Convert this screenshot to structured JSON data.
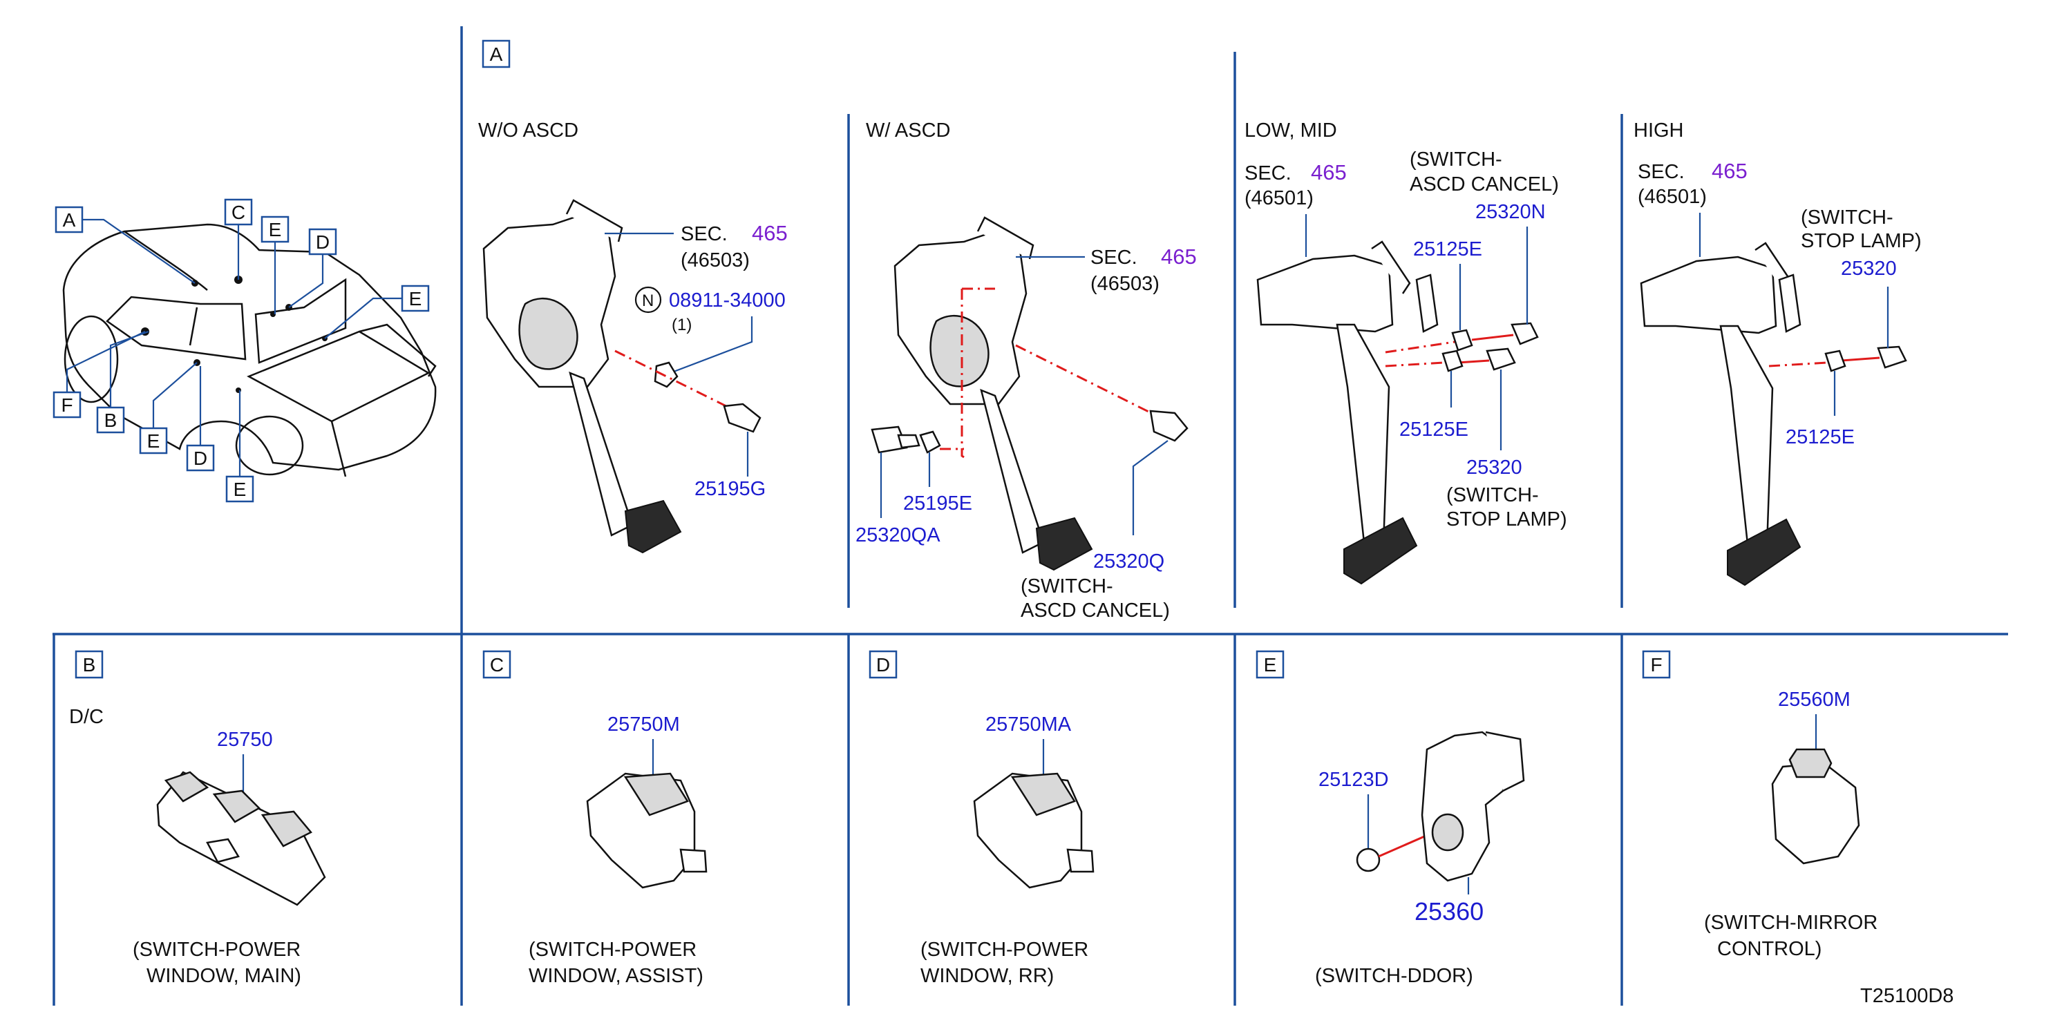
{
  "diagram_id": "T25100D8",
  "colors": {
    "frame": "#1c4f9c",
    "part_number": "#1c1ccf",
    "section": "#7a1fcf",
    "leader_dashed": "#e01b1b"
  },
  "overview": {
    "callouts": [
      "A",
      "C",
      "E",
      "D",
      "E",
      "F",
      "B",
      "E",
      "D",
      "E"
    ]
  },
  "panel_a": {
    "letter": "A",
    "wo_ascd": {
      "heading": "W/O   ASCD",
      "sec_label": "SEC.",
      "sec_num": "465",
      "sec_ref": "(46503)",
      "n_mark": "N",
      "bolt_part": "08911-34000",
      "bolt_qty": "(1)",
      "part_25195g": "25195G"
    },
    "w_ascd": {
      "heading": "W/   ASCD",
      "sec_label": "SEC.",
      "sec_num": "465",
      "sec_ref": "(46503)",
      "part_25195e": "25195E",
      "part_25320qa": "25320QA",
      "part_25320q": "25320Q",
      "cap1": "(SWITCH-",
      "cap2": "ASCD   CANCEL)"
    },
    "low_mid": {
      "heading": "LOW,   MID",
      "sec_label": "SEC.",
      "sec_num": "465",
      "sec_ref": "(46501)",
      "note1": "(SWITCH-",
      "note2": "ASCD   CANCEL)",
      "part_25320n": "25320N",
      "part_25125e_top": "25125E",
      "part_25125e_bot": "25125E",
      "part_25320": "25320",
      "cap1": "(SWITCH-",
      "cap2": "STOP   LAMP)"
    },
    "high": {
      "heading": "HIGH",
      "sec_label": "SEC.",
      "sec_num": "465",
      "sec_ref": "(46501)",
      "note1": "(SWITCH-",
      "note2": "STOP   LAMP)",
      "part_25320": "25320",
      "part_25125e": "25125E"
    }
  },
  "panel_b": {
    "letter": "B",
    "variant": "D/C",
    "part": "25750",
    "cap1": "(SWITCH-POWER",
    "cap2": "WINDOW,   MAIN)"
  },
  "panel_c": {
    "letter": "C",
    "part": "25750M",
    "cap1": "(SWITCH-POWER",
    "cap2": "WINDOW,   ASSIST)"
  },
  "panel_d": {
    "letter": "D",
    "part": "25750MA",
    "cap1": "(SWITCH-POWER",
    "cap2": "WINDOW,   RR)"
  },
  "panel_e": {
    "letter": "E",
    "part_screw": "25123D",
    "part_switch": "25360",
    "cap1": "(SWITCH-DDOR)"
  },
  "panel_f": {
    "letter": "F",
    "part": "25560M",
    "cap1": "(SWITCH-MIRROR",
    "cap2": "CONTROL)"
  }
}
